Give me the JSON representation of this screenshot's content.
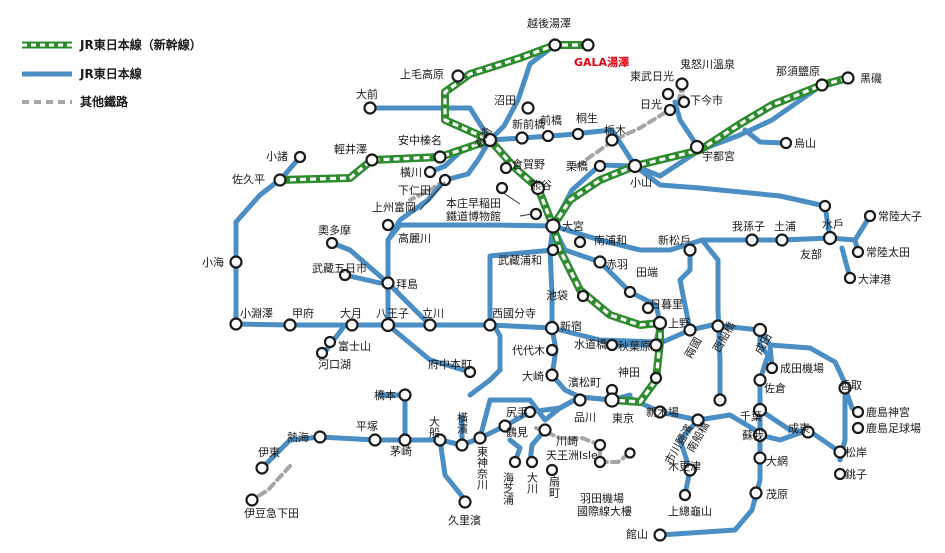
{
  "legend": {
    "shinkansen": "JR東日本線（新幹線）",
    "conventional": "JR東日本線",
    "other": "其他鐵路"
  },
  "colors": {
    "shinkansen": "#2e8b2e",
    "conventional": "#4a8ec4",
    "other": "#a6a6a6",
    "highlight": "#e60012"
  },
  "stations": {
    "echigo_yuzawa": "越後湯澤",
    "gala_yuzawa": "GALA湯澤",
    "kamimoku_kogen": "上毛高原",
    "numata": "沼田",
    "kinugawa_onsen": "鬼怒川溫泉",
    "tobu_nikko": "東武日光",
    "shimoimaichi": "下今市",
    "nikko": "日光",
    "nasushiobara": "那須鹽原",
    "kuroiso": "黑磯",
    "omae": "大前",
    "shin_maebashi": "新前橋",
    "maebashi": "前橋",
    "kiryu": "桐生",
    "tochigi": "栃木",
    "utsunomiya": "宇都宮",
    "karasuyama": "烏山",
    "komoro": "小諸",
    "karuizawa": "輕井澤",
    "annaka_haruna": "安中榛名",
    "takasaki": "高崎",
    "kuragano": "倉賀野",
    "kuribashi": "栗橋",
    "oyama": "小山",
    "sakudaira": "佐久平",
    "yokokawa": "橫川",
    "shimonita": "下仁田",
    "kumagaya": "熊谷",
    "kozuke_tomioka": "上州富岡",
    "honjo_waseda": "本庄早稲田",
    "railway_museum": "鐵道博物館",
    "omiya": "大宮",
    "okutama": "奧多摩",
    "komagawa": "高麗川",
    "minami_urawa": "南浦和",
    "shin_matsudo": "新松戶",
    "abiko": "我孫子",
    "tsuchiura": "土浦",
    "mito": "水戶",
    "hitachi_daigo": "常陸大子",
    "hitachi_ota": "常陸太田",
    "tomobe": "友部",
    "oarai": "大津港",
    "koumi": "小海",
    "musashi_urawa": "武藏浦和",
    "akabane": "赤羽",
    "tabata": "田端",
    "musashi_itsukaichi": "武藏五日市",
    "haijima": "拜島",
    "ikebukuro": "池袋",
    "nippori": "日暮里",
    "kobuchizawa": "小淵澤",
    "kofu": "甲府",
    "otsuki": "大月",
    "hachioji": "八王子",
    "tachikawa": "立川",
    "nishi_kokubunji": "西國分寺",
    "shinjuku": "新宿",
    "ueno": "上野",
    "fujisan": "富士山",
    "kawaguchiko": "河口湖",
    "fuchu_hommachi": "府中本町",
    "suidobashi": "水道橋",
    "yoyogi": "代代木",
    "akihabara": "秋葉原",
    "kanda": "神田",
    "ryogoku": "兩國",
    "nishi_funabashi": "西船橋",
    "narita": "成田",
    "narita_airport": "成田機場",
    "osaki": "大崎",
    "hamamatsucho": "濱松町",
    "sakura": "佐倉",
    "katori": "香取",
    "kashima_jingu": "鹿島神宮",
    "kashima_stadium": "鹿島足球場",
    "hashimoto": "橋本",
    "shinagawa": "品川",
    "tokyo": "東京",
    "shin_kiba": "新木場",
    "chiba": "千葉",
    "atami": "熱海",
    "hiratsuka": "平塚",
    "chigasaki": "茅崎",
    "ofuna": "大船",
    "yokohama": "橫濱",
    "higashi_kanagawa": "東神奈川",
    "shiriteu": "尻手",
    "tsurumi": "鶴見",
    "kawasaki": "川崎",
    "tennozu_isle": "天王洲Isle",
    "ichikawa_shiohama": "市川鹽濱",
    "minami_funabashi": "南船橋",
    "soga": "蘇我",
    "naruto": "成東",
    "matsugishi": "松岸",
    "choshi": "銚子",
    "ito": "伊東",
    "umi_shibaura": "海芝浦",
    "okawa": "大川",
    "ogimachi": "扇町",
    "kisarazu": "木更津",
    "oami": "大網",
    "haneda_airport": "羽田機場\n國際線大樓",
    "haneda_1": "羽田機場",
    "haneda_2": "國際線大樓",
    "kazusa_kameyama": "上總龜山",
    "mobara": "茂原",
    "izukyu_shimoda": "伊豆急下田",
    "kurihama": "久里濱",
    "tateyama": "館山"
  }
}
